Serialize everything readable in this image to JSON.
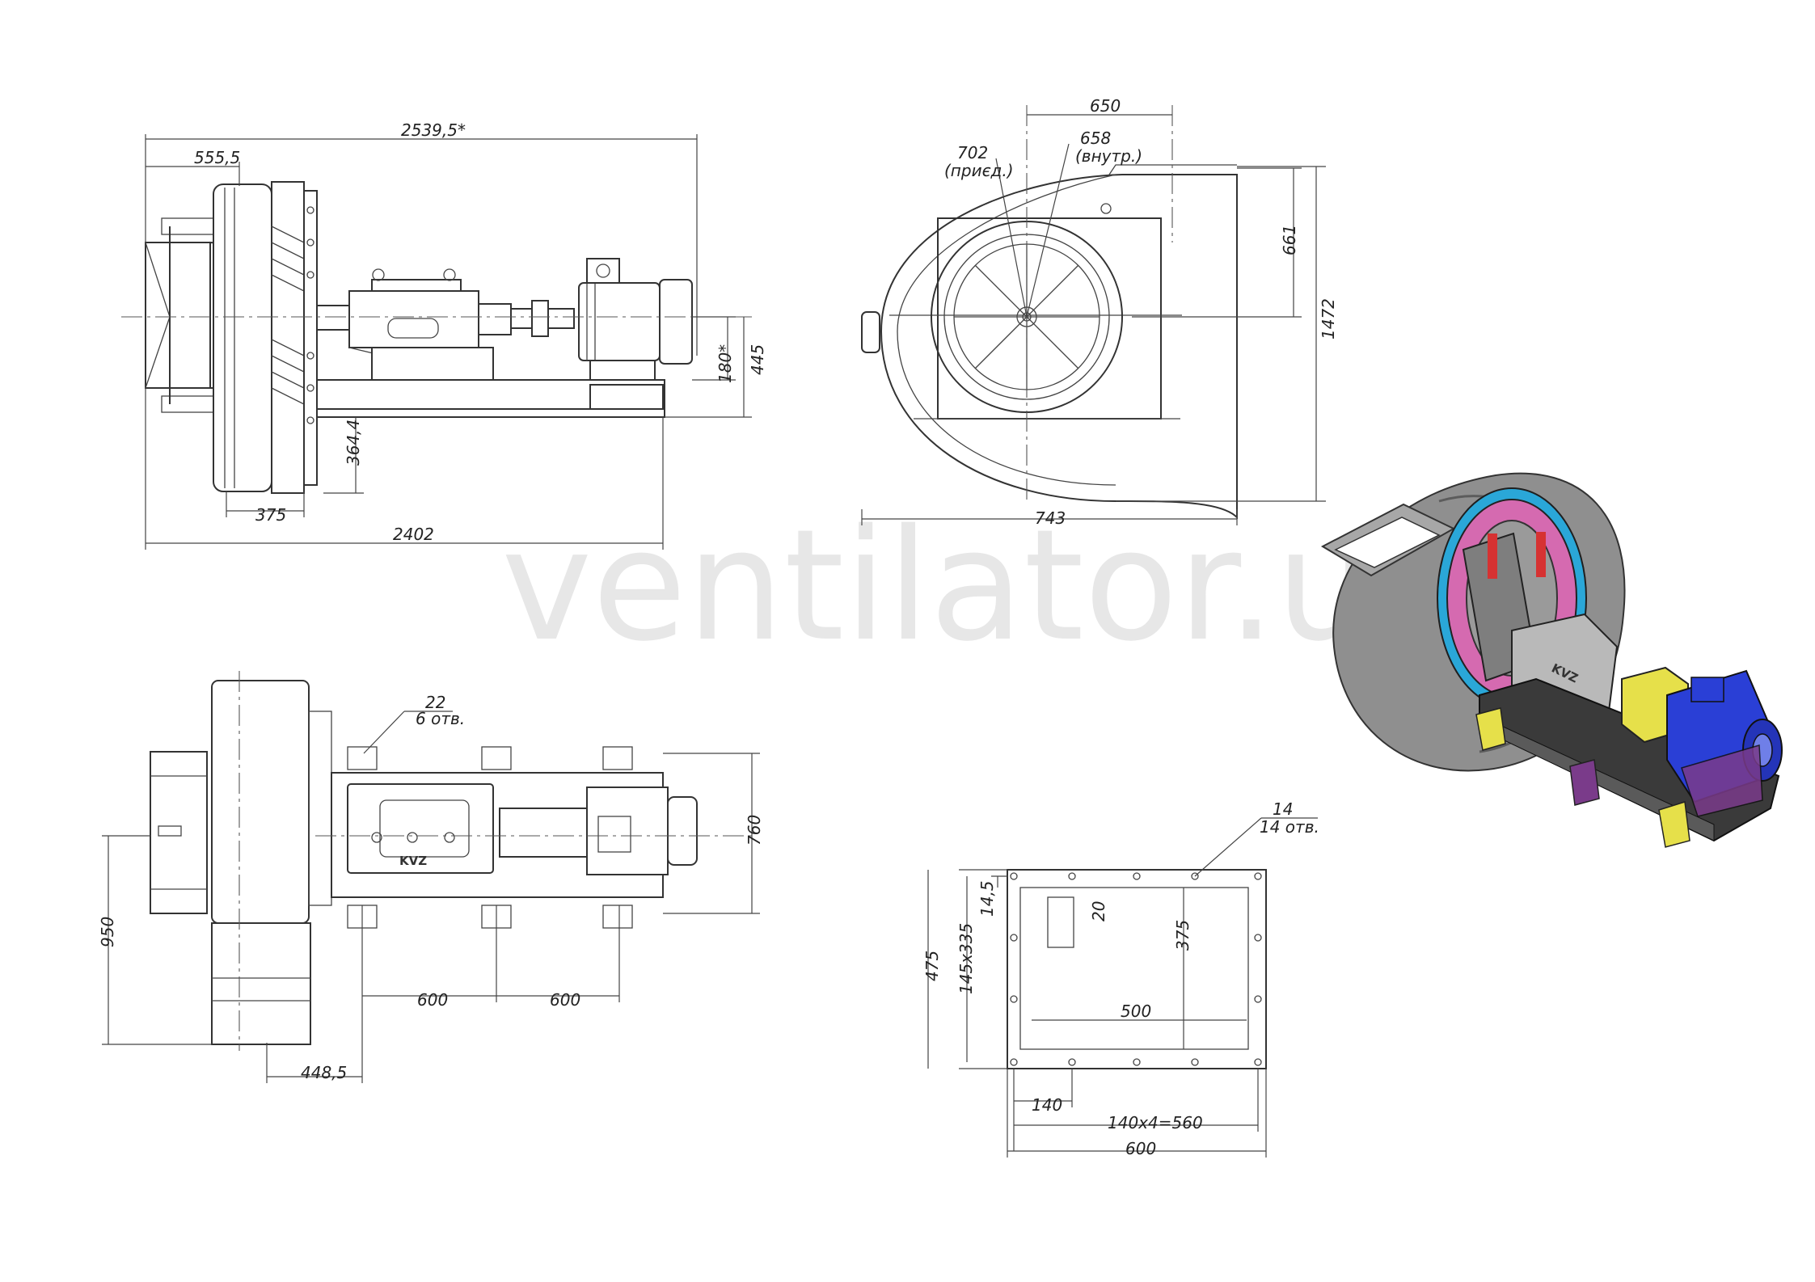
{
  "watermark": "ventilator.ua",
  "brand_label": "KVZ",
  "side_view": {
    "dims": {
      "overall_length": "2539,5*",
      "inlet_offset": "555,5",
      "shaft_height": "180*",
      "height": "445",
      "base_offset": "364,4",
      "impeller_width": "375",
      "base_length": "2402"
    }
  },
  "front_view": {
    "dims": {
      "outlet_width": "650",
      "inlet_dia_1": "702",
      "inlet_dia_1_note": "(приєд.)",
      "inlet_dia_2": "658",
      "inlet_dia_2_note": "(внутр.)",
      "outlet_height": "661",
      "total_height": "1472",
      "total_width": "743"
    }
  },
  "plan_view": {
    "dims": {
      "hole_dia": "22",
      "hole_count": "6 отв.",
      "base_width": "760",
      "inlet_width": "950",
      "spacing_1": "600",
      "spacing_2": "600",
      "offset": "448,5"
    }
  },
  "flange_view": {
    "dims": {
      "hole_dia": "14",
      "hole_count": "14 отв.",
      "edge": "14,5",
      "pitch_v": "145x335",
      "total_h": "475",
      "gap": "20",
      "inner_h": "375",
      "inner_w": "500",
      "first_pitch": "140",
      "pitch_h": "140x4=560",
      "total_w": "600"
    }
  },
  "colors": {
    "line": "#333333",
    "casing": "#8f8f8f",
    "motor_blue": "#2a3fd6",
    "coupling_yellow": "#e6e04a",
    "flange_pink": "#d56ab0",
    "ring_blue": "#2aa7d8",
    "frame_dark": "#3a3a3a",
    "bracket_purple": "#7a3b8a"
  }
}
